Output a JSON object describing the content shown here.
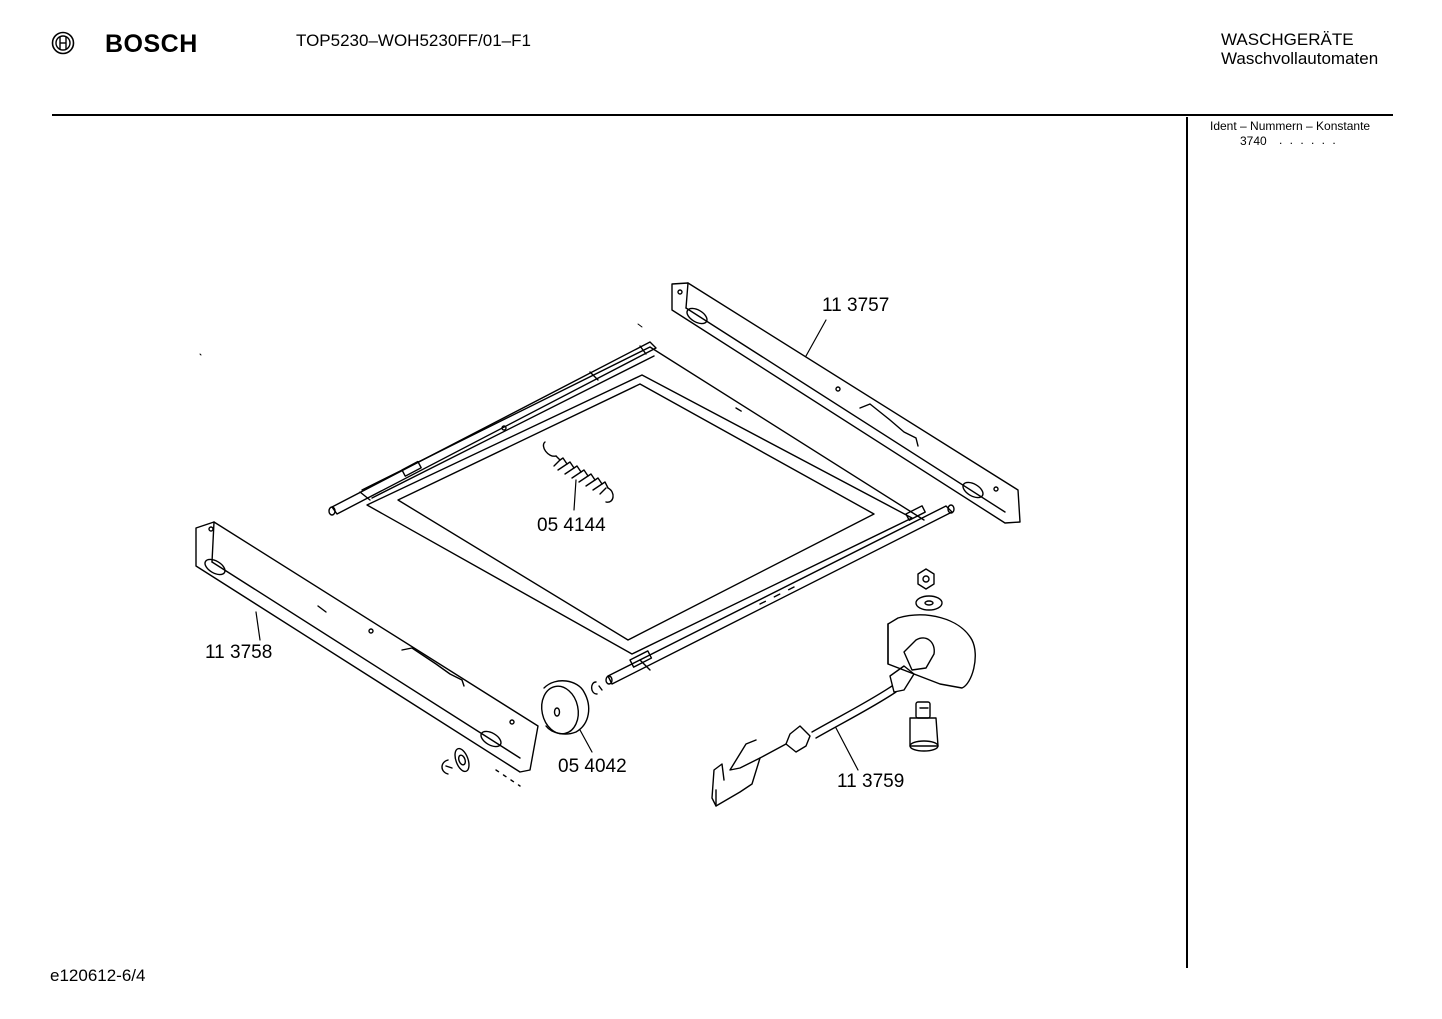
{
  "header": {
    "brand": "BOSCH",
    "document_title": "TOP5230–WOH5230FF/01–F1",
    "category_line1": "WASCHGERÄTE",
    "category_line2": "Waschvollautomaten"
  },
  "sidebar": {
    "ident_label": "Ident – Nummern – Konstante",
    "ident_value": "3740",
    "ident_dots": ". . . . . ."
  },
  "parts": {
    "top_rail": "11 3757",
    "spring": "05 4144",
    "front_rail": "11 3758",
    "wheel": "05 4042",
    "linkage": "11 3759"
  },
  "footer": {
    "code": "e120612-6/4"
  }
}
